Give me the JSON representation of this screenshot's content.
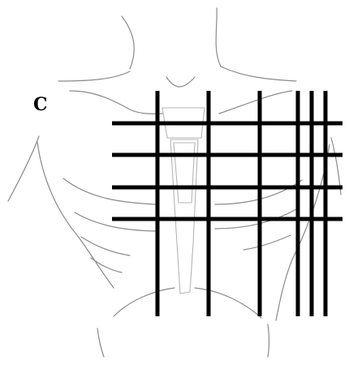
{
  "figure": {
    "panel_label": "C",
    "colors": {
      "background": "#ffffff",
      "grid_lines": "#000000",
      "torso_outline": "#8a8a8a",
      "sternum_outline": "#b5b5b5"
    },
    "grid": {
      "vertical_line_count": 6,
      "horizontal_line_count": 4
    }
  }
}
